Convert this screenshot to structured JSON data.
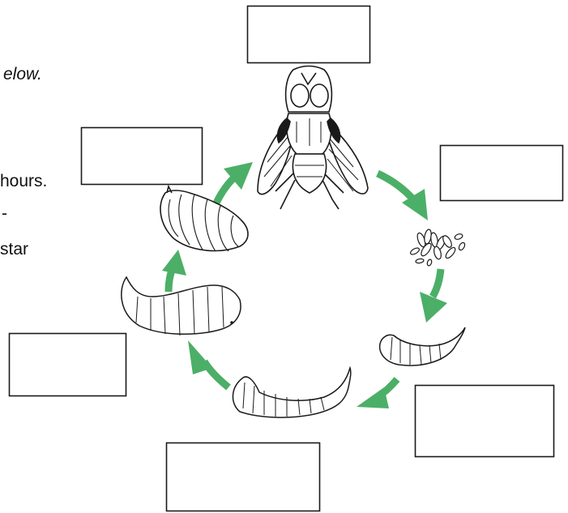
{
  "text_fragments": {
    "line1": "elow.",
    "line2": "hours.",
    "line3": "-",
    "line4": "star"
  },
  "colors": {
    "arrow": "#4caf67",
    "ink": "#1a1a1a",
    "box_border": "#1a1a1a",
    "background": "#ffffff"
  },
  "label_boxes": [
    {
      "id": "adult-fly",
      "value": ""
    },
    {
      "id": "eggs",
      "value": ""
    },
    {
      "id": "first-instar-larva",
      "value": ""
    },
    {
      "id": "second-instar-larva",
      "value": ""
    },
    {
      "id": "third-instar-larva",
      "value": ""
    },
    {
      "id": "pupa",
      "value": ""
    }
  ]
}
